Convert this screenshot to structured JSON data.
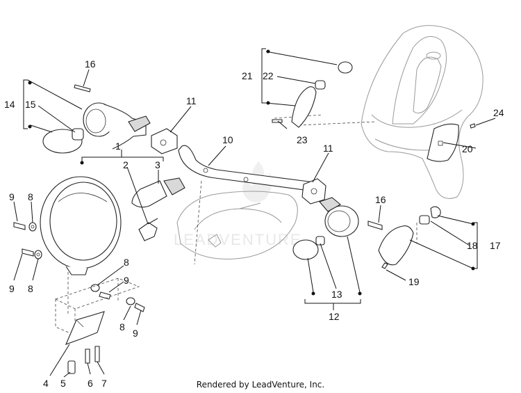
{
  "watermark": "LEADVENTURE",
  "credit": "Rendered by LeadVenture, Inc.",
  "callouts": [
    "1",
    "2",
    "3",
    "4",
    "5",
    "6",
    "7",
    "8",
    "9",
    "10",
    "11",
    "12",
    "13",
    "14",
    "15",
    "16",
    "17",
    "18",
    "19",
    "20",
    "21",
    "22",
    "23",
    "24"
  ]
}
